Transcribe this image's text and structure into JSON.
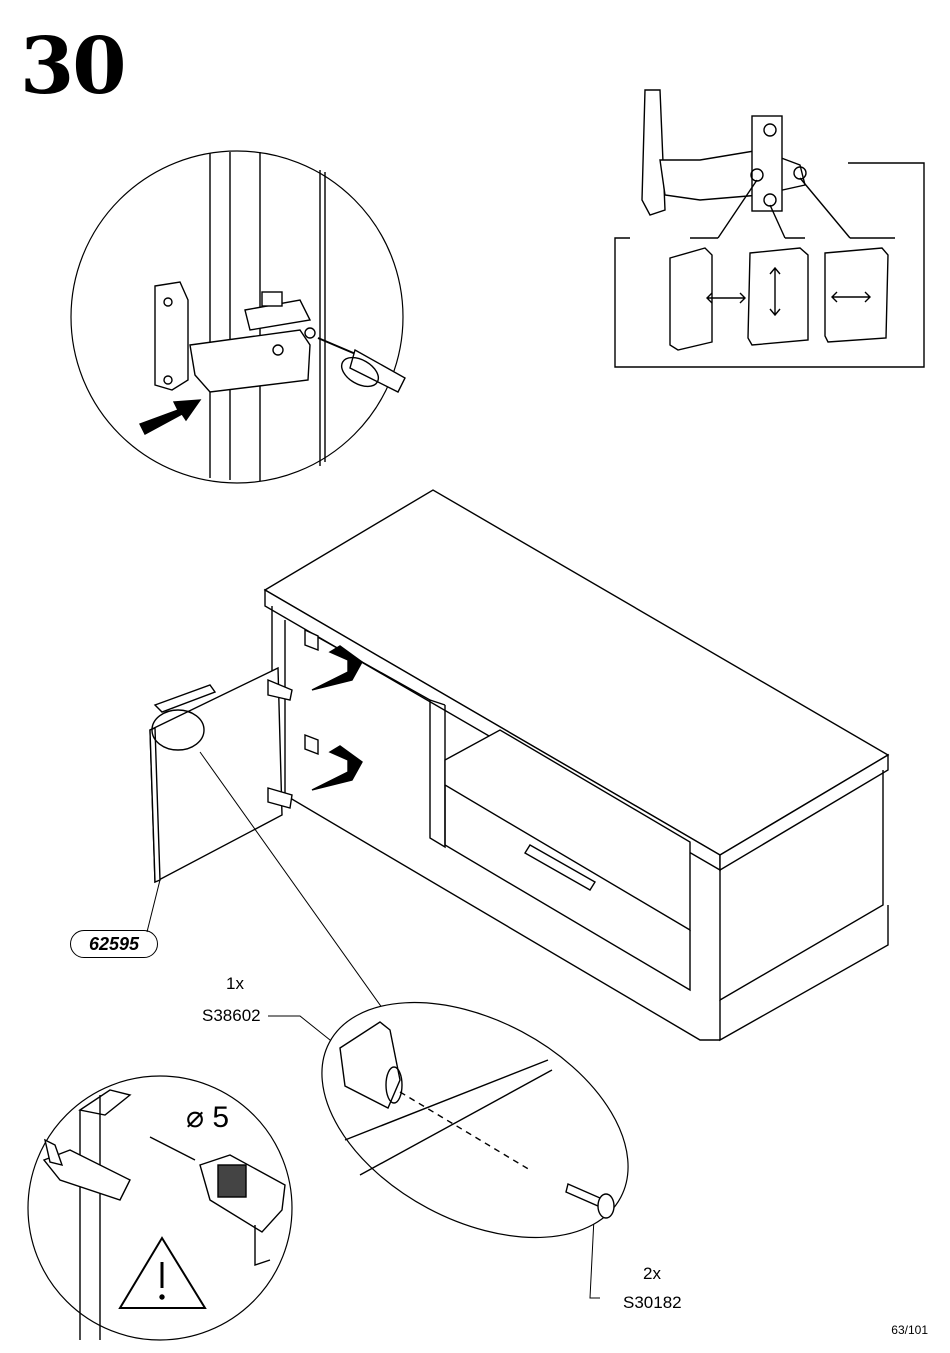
{
  "step": {
    "number": "30"
  },
  "part": {
    "number": "62595"
  },
  "hardware": [
    {
      "qty": "1x",
      "code": "S38602"
    },
    {
      "qty": "2x",
      "code": "S30182"
    }
  ],
  "drill": {
    "diameter_symbol": "⌀",
    "diameter_value": "5"
  },
  "page": {
    "label": "63/101"
  },
  "icons": [
    "warning-icon",
    "drill-icon",
    "screwdriver-icon",
    "arrow-icon"
  ]
}
